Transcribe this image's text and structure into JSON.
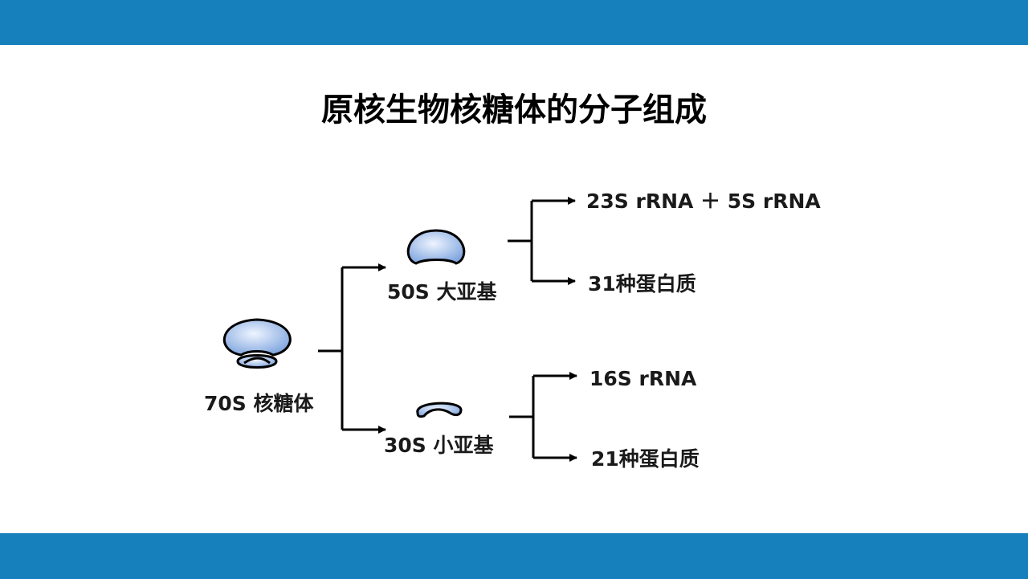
{
  "title": "原核生物核糖体的分子组成",
  "colors": {
    "band": "#1680BC",
    "subunit_fill_light": "#EEF4FF",
    "subunit_fill_dark": "#7FA5DE",
    "line": "#000000"
  },
  "nodes": {
    "ribosome_70s": "70S 核糖体",
    "large_subunit": "50S 大亚基",
    "small_subunit": "30S 小亚基",
    "large_rrna": "23S rRNA ＋ 5S rRNA",
    "large_proteins": "31种蛋白质",
    "small_rrna": "16S rRNA",
    "small_proteins": "21种蛋白质"
  }
}
